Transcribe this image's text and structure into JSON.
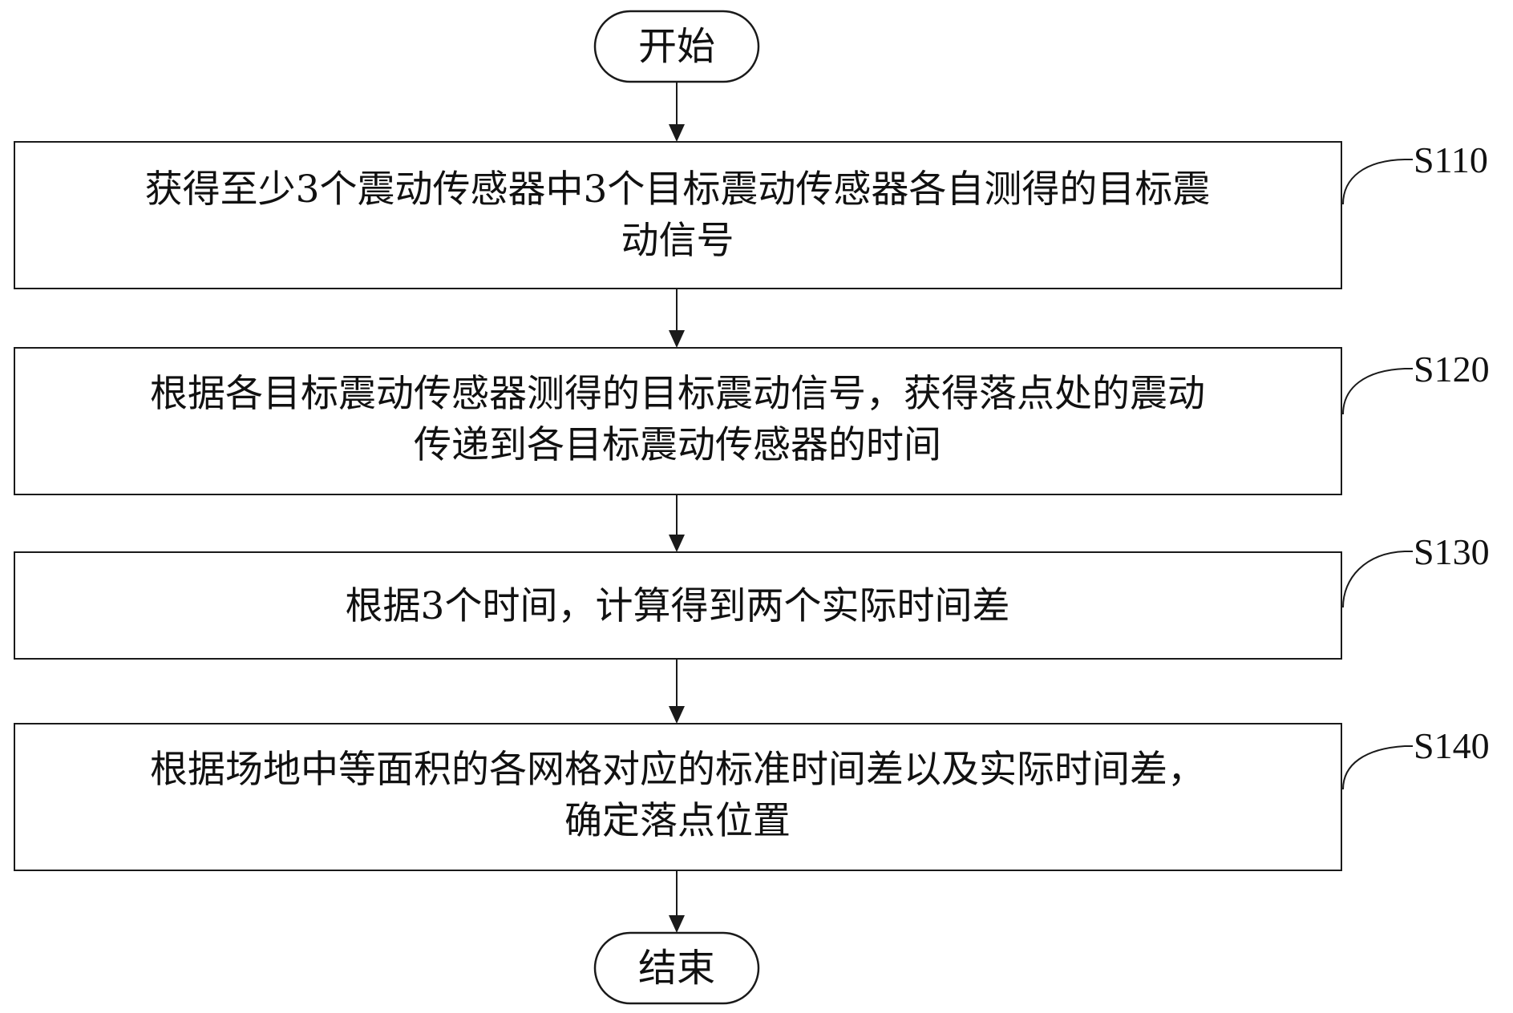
{
  "start": {
    "label": "开始"
  },
  "end": {
    "label": "结束"
  },
  "steps": [
    {
      "id": "S110",
      "lines": [
        "获得至少3个震动传感器中3个目标震动传感器各自测得的目标震",
        "动信号"
      ]
    },
    {
      "id": "S120",
      "lines": [
        "根据各目标震动传感器测得的目标震动信号，获得落点处的震动",
        "传递到各目标震动传感器的时间"
      ]
    },
    {
      "id": "S130",
      "lines": [
        "根据3个时间，计算得到两个实际时间差"
      ]
    },
    {
      "id": "S140",
      "lines": [
        "根据场地中等面积的各网格对应的标准时间差以及实际时间差，",
        "确定落点位置"
      ]
    }
  ]
}
